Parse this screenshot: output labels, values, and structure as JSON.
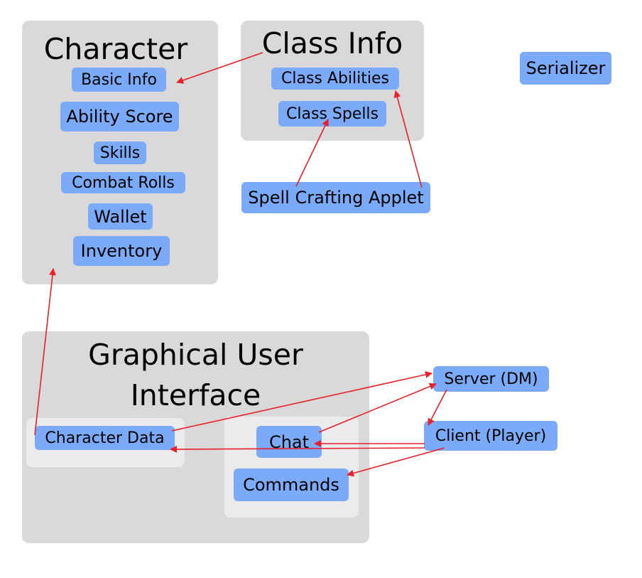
{
  "groups": {
    "character": {
      "title": "Character",
      "items": [
        "Basic Info",
        "Ability Score",
        "Skills",
        "Combat Rolls",
        "Wallet",
        "Inventory"
      ]
    },
    "class_info": {
      "title": "Class Info",
      "items": [
        "Class Abilities",
        "Class Spells"
      ]
    },
    "gui": {
      "title_line1": "Graphical User",
      "title_line2": "Interface",
      "character_data": "Character Data",
      "chat": "Chat",
      "commands": "Commands"
    }
  },
  "standalone": {
    "serializer": "Serializer",
    "spell_crafting_applet": "Spell Crafting Applet",
    "server": "Server (DM)",
    "client": "Client (Player)"
  },
  "colors": {
    "group_bg": "#d9d9d9",
    "subgroup_bg": "#ebebeb",
    "node_fill": "#7aaaf8",
    "arrow": "#e8202a"
  }
}
